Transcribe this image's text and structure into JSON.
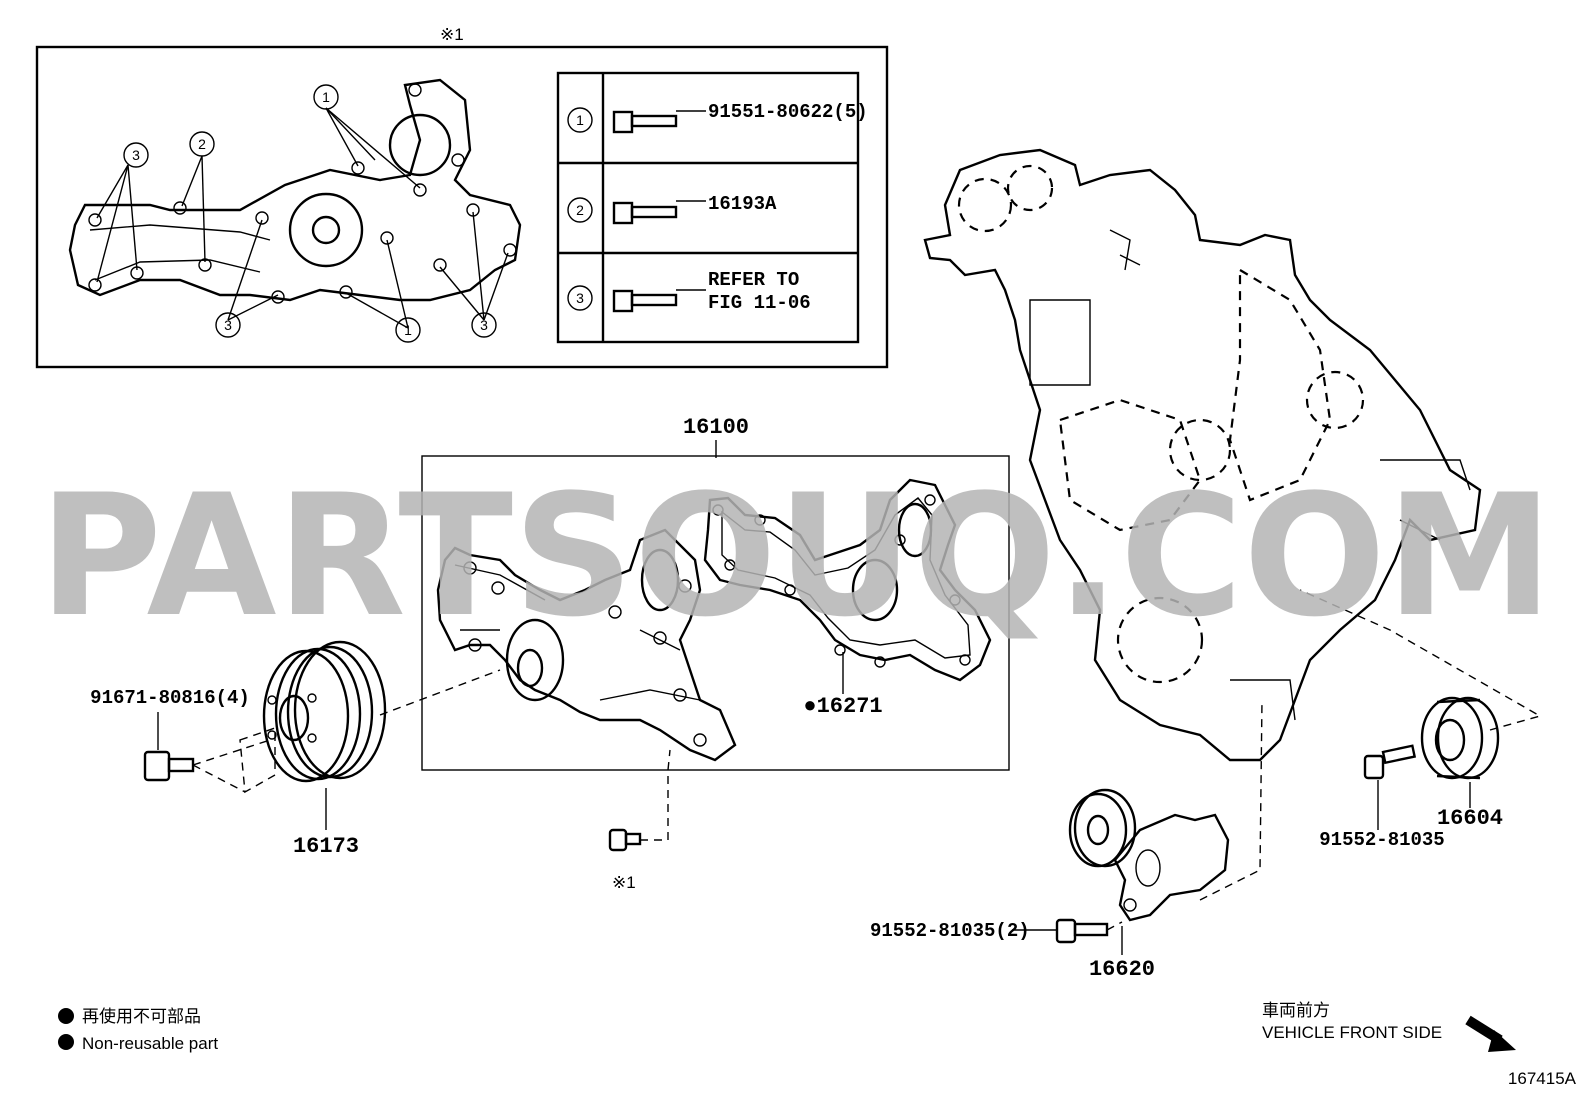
{
  "callout_note_top": "※1",
  "callout_note_bottom": "※1",
  "legend_table": [
    {
      "ref": "1",
      "part": "91551-80622(5)"
    },
    {
      "ref": "2",
      "part": "16193A"
    },
    {
      "ref": "3",
      "part": "REFER TO",
      "part2": "FIG 11-06"
    }
  ],
  "inset_callouts": [
    "1",
    "2",
    "3",
    "3",
    "1",
    "3"
  ],
  "parts": {
    "water_pump_assy": "16100",
    "gasket": "●16271",
    "pulley": "16173",
    "pulley_bolt": "91671-80816(4)",
    "idler_pulley": "16604",
    "idler_bolt": "91552-81035",
    "tensioner": "16620",
    "tensioner_bolt": "91552-81035(2)"
  },
  "watermark": "PARTSOUQ.COM",
  "legend": {
    "jp": "再使用不可部品",
    "en": "Non-reusable part"
  },
  "direction": {
    "jp": "車両前方",
    "en": "VEHICLE FRONT SIDE"
  },
  "figure_id": "167415A"
}
